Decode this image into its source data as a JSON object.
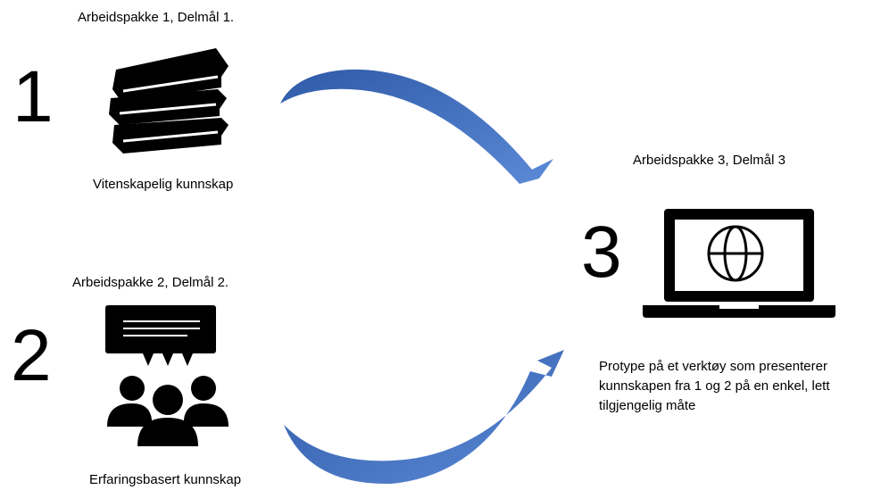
{
  "colors": {
    "arrow": "#4472C4",
    "icon": "#000000"
  },
  "items": [
    {
      "number": "1",
      "title": "Arbeidspakke 1, Delmål 1.",
      "caption": "Vitenskapelig kunnskap",
      "icon": "books-icon"
    },
    {
      "number": "2",
      "title": "Arbeidspakke 2, Delmål 2.",
      "caption": "Erfaringsbasert kunnskap",
      "icon": "group-discussion-icon"
    },
    {
      "number": "3",
      "title": "Arbeidspakke 3, Delmål 3",
      "caption": "Protype på et verktøy som presenterer kunnskapen fra 1 og 2 på en enkel, lett tilgjengelig måte",
      "icon": "laptop-globe-icon"
    }
  ]
}
